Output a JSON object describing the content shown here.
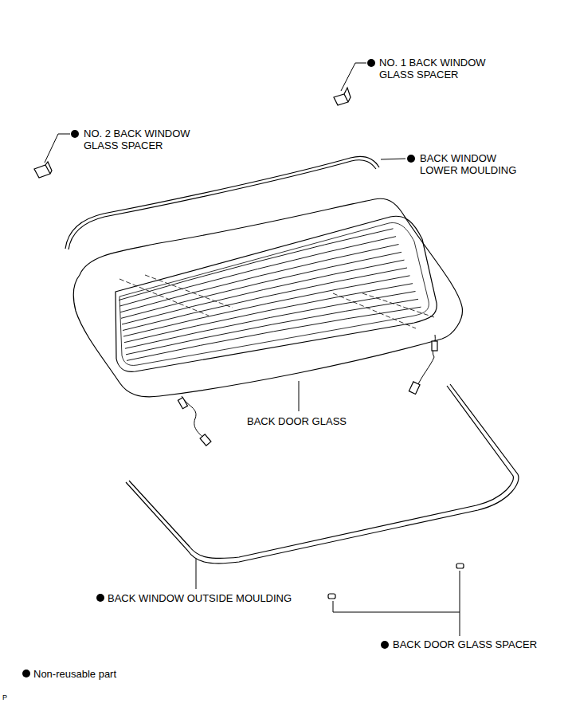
{
  "diagram": {
    "labels": [
      "NO. 1 BACK WINDOW GLASS SPACER",
      "NO. 2 BACK WINDOW GLASS SPACER",
      "BACK WINDOW LOWER MOULDING",
      "BACK DOOR GLASS",
      "BACK WINDOW OUTSIDE MOULDING",
      "BACK DOOR GLASS SPACER",
      "P"
    ],
    "legend": [
      {
        "text": "Non-reusable part"
      }
    ]
  }
}
